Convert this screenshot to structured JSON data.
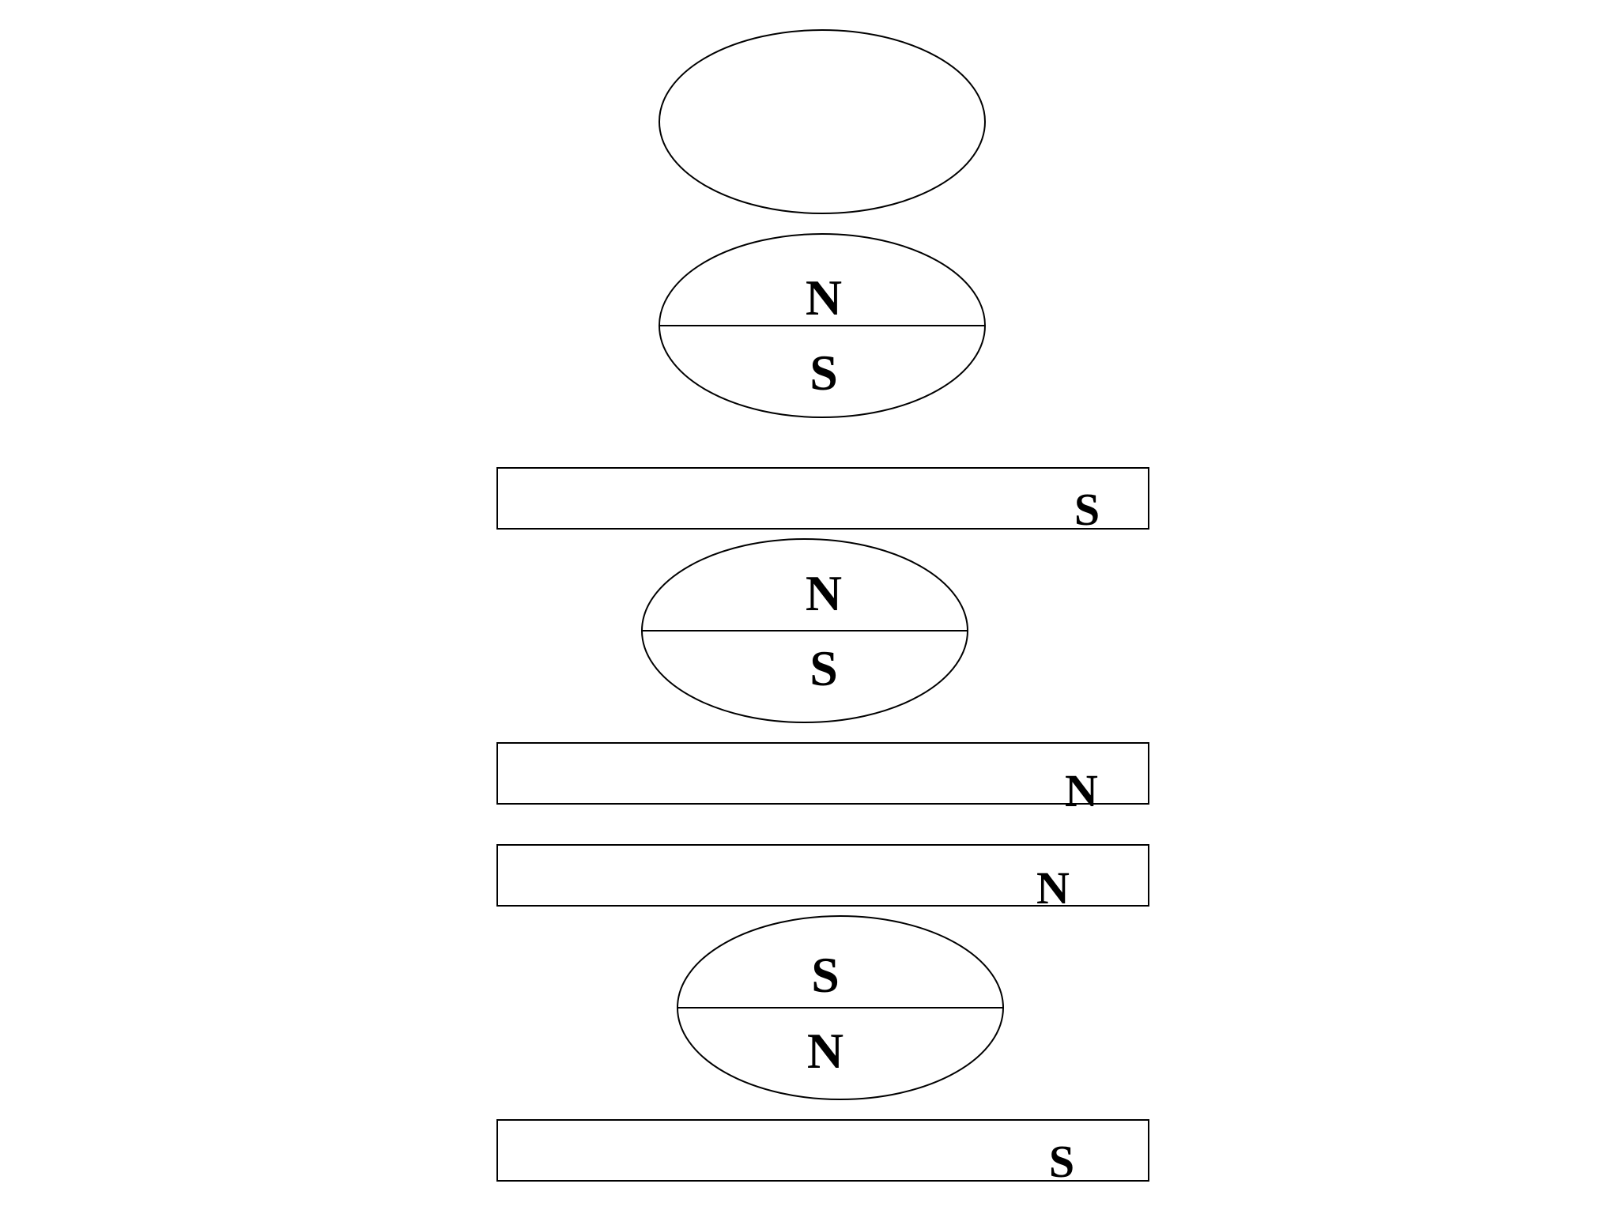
{
  "diagram": {
    "magnet_1": {
      "top_pole": "",
      "bottom_pole": ""
    },
    "magnet_2": {
      "top_pole": "N",
      "bottom_pole": "S"
    },
    "bar_1": {
      "pole": "S"
    },
    "magnet_3": {
      "top_pole": "N",
      "bottom_pole": "S"
    },
    "bar_2": {
      "pole": "N"
    },
    "bar_3": {
      "pole": "N"
    },
    "magnet_4": {
      "top_pole": "S",
      "bottom_pole": "N"
    },
    "bar_4": {
      "pole": "S"
    },
    "colors": {
      "stroke": "#000000",
      "background": "#ffffff"
    }
  }
}
